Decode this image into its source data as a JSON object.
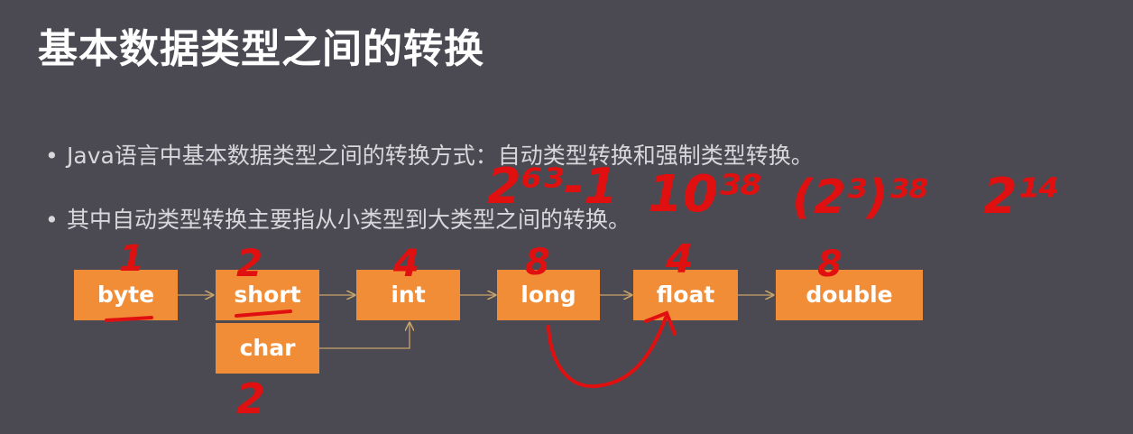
{
  "slide": {
    "title": "基本数据类型之间的转换",
    "bullets": [
      "Java语言中基本数据类型之间的转换方式：自动类型转换和强制类型转换。",
      "其中自动类型转换主要指从小类型到大类型之间的转换。"
    ]
  },
  "diagram": {
    "boxes": [
      "byte",
      "short",
      "int",
      "long",
      "float",
      "double",
      "char"
    ]
  },
  "annotations": {
    "byte_size": "1",
    "short_size": "2",
    "int_size": "4",
    "long_size": "8",
    "float_size": "4",
    "double_size": "8",
    "char_size": "2",
    "long_range": "2⁶³-1",
    "float_range": "10³⁸",
    "double_range": "(2³)³⁸",
    "power_note": "2¹⁴",
    "ink_color": "#e01010"
  }
}
